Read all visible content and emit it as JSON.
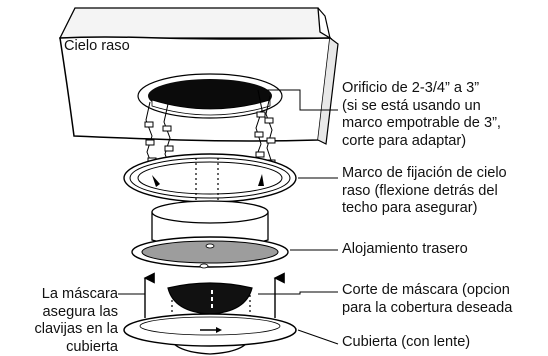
{
  "labels": {
    "ceiling": "Cielo raso",
    "opening": "Orificio de 2-3/4” a 3”\n(si se está usando un\nmarco empotrable de 3”,\ncorte para adaptar)",
    "frame": "Marco de fijación de cielo\nraso (flexione detrás del\ntecho para asegurar)",
    "housing": "Alojamiento trasero",
    "mask_cut": "Corte de máscara (opcion\npara la cobertura deseada",
    "mask_pins": "La máscara\nasegura las\nclavijas en la\ncubierta",
    "cover": "Cubierta (con lente)"
  }
}
